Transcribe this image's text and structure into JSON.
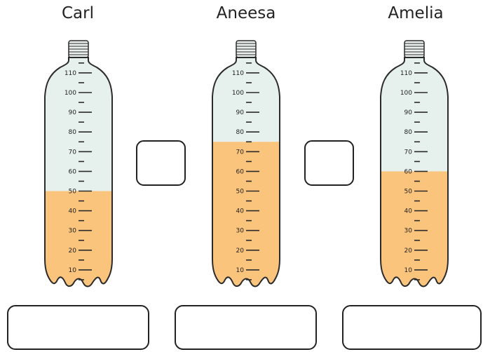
{
  "bottles": [
    {
      "name": "Carl",
      "level": 50
    },
    {
      "name": "Aneesa",
      "level": 75
    },
    {
      "name": "Amelia",
      "level": 60
    }
  ],
  "scale": {
    "labels": [
      "10",
      "20",
      "30",
      "40",
      "50",
      "60",
      "70",
      "80",
      "90",
      "100",
      "110"
    ]
  },
  "colors": {
    "liquid": "#fbc47d",
    "air": "#e6f1ee",
    "cap": "#e8efec",
    "outline": "#2b2b2b",
    "box_border": "#222222"
  }
}
